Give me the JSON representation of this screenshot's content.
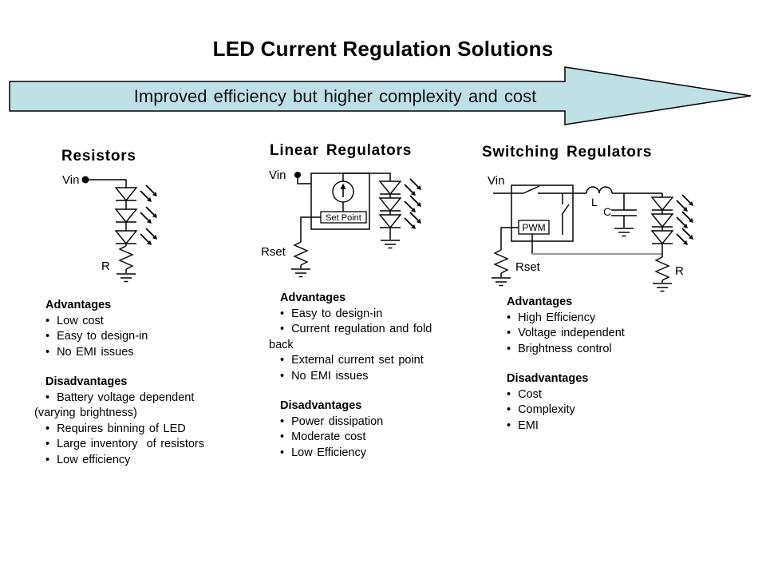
{
  "slide": {
    "title": "LED Current Regulation Solutions",
    "banner_text": "Improved efficiency but higher complexity and cost"
  },
  "glyphs": {
    "bullet": "•"
  },
  "colors": {
    "background": "#ffffff",
    "line": "#000000",
    "arrow_fill": "#bfe0e5",
    "feedback_line": "#999999"
  },
  "columns": [
    {
      "heading": "Resistors",
      "adv_heading": "Advantages",
      "adv_items": [
        "Low cost",
        "Easy to design-in",
        "No EMI issues"
      ],
      "dis_heading": "Disadvantages",
      "dis_items": [
        "Battery voltage dependent\n(varying brightness)",
        "Requires binning of LED",
        "Large inventory  of resistors",
        "Low efficiency"
      ]
    },
    {
      "heading": "Linear Regulators",
      "adv_heading": "Advantages",
      "adv_items": [
        "Easy to design-in",
        "Current regulation and fold\nback",
        "External current set point",
        "No EMI issues"
      ],
      "dis_heading": "Disadvantages",
      "dis_items": [
        "Power dissipation",
        "Moderate cost",
        "Low Efficiency"
      ]
    },
    {
      "heading": "Switching Regulators",
      "adv_heading": "Advantages",
      "adv_items": [
        "High Efficiency",
        "Voltage independent",
        "Brightness control"
      ],
      "dis_heading": "Disadvantages",
      "dis_items": [
        "Cost",
        "Complexity",
        "EMI"
      ]
    }
  ],
  "circuits": {
    "resistors": {
      "vin": "Vin",
      "r": "R"
    },
    "linear": {
      "vin": "Vin",
      "set_point": "Set Point",
      "rset": "Rset"
    },
    "switching": {
      "vin": "Vin",
      "pwm": "PWM",
      "inductor": "L",
      "capacitor": "C",
      "rset": "Rset",
      "r": "R"
    }
  }
}
